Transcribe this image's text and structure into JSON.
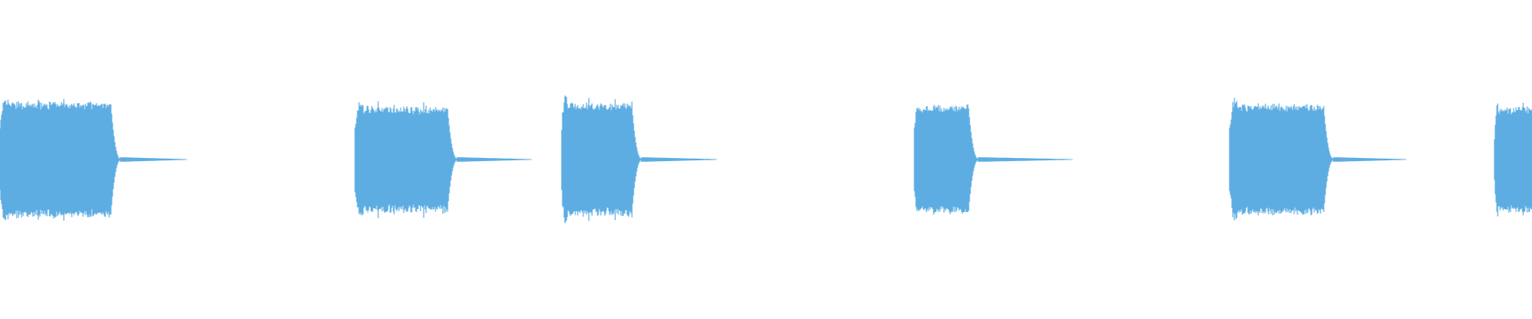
{
  "waveform": {
    "color": "#5dade2",
    "background": "#ffffff",
    "bursts": [
      {
        "start": 0.0,
        "end": 0.072,
        "tail_end": 0.122,
        "amplitude": 0.68,
        "onset_amplitude": 0.72
      },
      {
        "start": 0.232,
        "end": 0.292,
        "tail_end": 0.347,
        "amplitude": 0.62,
        "onset_amplitude": 0.7
      },
      {
        "start": 0.367,
        "end": 0.412,
        "tail_end": 0.468,
        "amplitude": 0.66,
        "onset_amplitude": 0.78
      },
      {
        "start": 0.597,
        "end": 0.632,
        "tail_end": 0.7,
        "amplitude": 0.63,
        "onset_amplitude": 0.68
      },
      {
        "start": 0.803,
        "end": 0.864,
        "tail_end": 0.918,
        "amplitude": 0.65,
        "onset_amplitude": 0.74
      },
      {
        "start": 0.976,
        "end": 1.0,
        "tail_end": 1.0,
        "amplitude": 0.62,
        "onset_amplitude": 0.7
      }
    ]
  }
}
